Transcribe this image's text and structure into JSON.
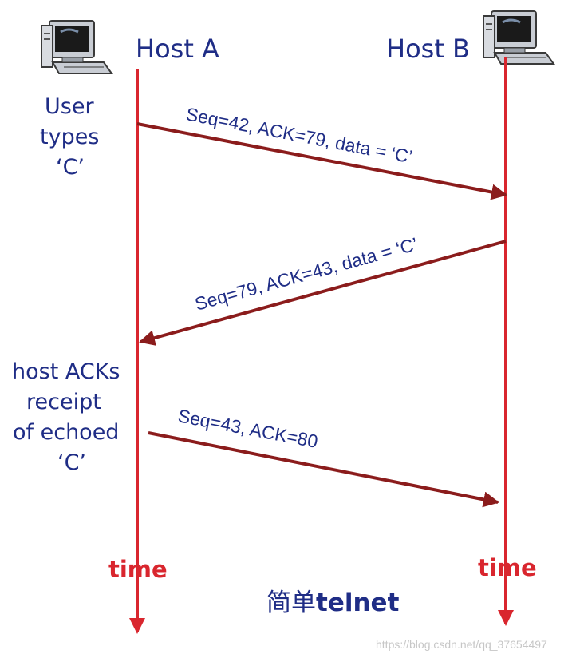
{
  "hosts": {
    "a": {
      "label": "Host A"
    },
    "b": {
      "label": "Host B"
    }
  },
  "notes": {
    "user_types": [
      "User",
      "types",
      "‘C’"
    ],
    "host_acks": [
      "host ACKs",
      "receipt",
      "of echoed",
      "‘C’"
    ]
  },
  "messages": [
    {
      "label": "Seq=42, ACK=79, data = ‘C’",
      "from": "Host A",
      "to": "Host B"
    },
    {
      "label": "Seq=79, ACK=43, data = ‘C’",
      "from": "Host B",
      "to": "Host A"
    },
    {
      "label": "Seq=43, ACK=80",
      "from": "Host A",
      "to": "Host B"
    }
  ],
  "time_label": "time",
  "title": {
    "prefix": "简单",
    "suffix": "telnet"
  },
  "watermark": "https://blog.csdn.net/qq_37654497",
  "colors": {
    "timeline": "#d9262e",
    "arrow": "#8b1c1c",
    "text": "#1f2d86",
    "time_text": "#d9262e"
  },
  "icons": {
    "host": "desktop-computer-icon"
  }
}
